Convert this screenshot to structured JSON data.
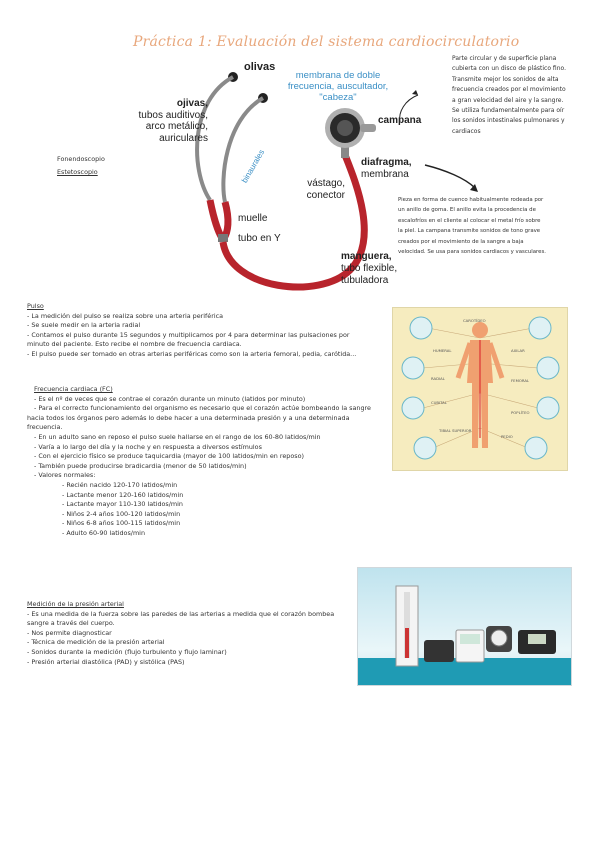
{
  "title": "Práctica 1: Evaluación del sistema cardiocirculatorio",
  "stethoscope": {
    "olivas": "olivas",
    "ojivas_lines": [
      "ojivas,",
      "tubos auditivos,",
      "arco metálico,",
      "auriculares"
    ],
    "membrana_lines": [
      "membrana de doble",
      "frecuencia, auscultador,",
      "\"cabeza\""
    ],
    "campana": "campana",
    "diafragma": "diafragma,",
    "membrana": "membrana",
    "binaurales": "binaurales",
    "vastago": "vástago,",
    "conector": "conector",
    "muelle": "muelle",
    "tubo_y": "tubo en Y",
    "manguera_lines": [
      "manguera,",
      "tubo flexible,",
      "tubuladora"
    ],
    "fonendoscopio": "Fonendoscopio",
    "estetoscopio": "Estetoscopio"
  },
  "note_campana": [
    "Parte circular y de superficie plana",
    "cubierta con un disco de plástico fino.",
    "Transmite mejor los sonidos de alta",
    "frecuencia creados por el movimiento",
    "a gran velocidad del aire y la sangre.",
    "Se utiliza fundamentalmente para oír",
    "los sonidos intestinales pulmonares y",
    "cardiacos"
  ],
  "note_diafragma": [
    "Pieza en forma de cuenco habitualmente rodeada por",
    "un anillo de goma. El anillo evita la procedencia de",
    "escalofríos en el cliente al colocar el metal frío sobre",
    "la piel. La campana transmite sonidos de tono grave",
    "creados por el movimiento de la sangre a baja",
    "velocidad. Se usa para sonidos cardiacos y vasculares."
  ],
  "pulse_figure": {
    "labels": [
      "CAROTÍDEO",
      "HUMERAL",
      "AXILAR",
      "RADIAL",
      "FEMORAL",
      "CUBITAL",
      "POPLÍTEO",
      "TIBIAL SUPERIOR",
      "PEDIO"
    ]
  },
  "pulso": {
    "heading": "Pulso",
    "lines": [
      "- La medición del pulso se realiza sobre una arteria periférica",
      "- Se suele medir en la arteria radial",
      "- Contamos el pulso durante 15 segundos y multiplicamos por 4 para determinar las pulsaciones por",
      "minuto del paciente. Esto recibe el nombre de frecuencia cardiaca.",
      "- El pulso puede ser tomado en otras arterias periféricas como son la arteria femoral, pedia, carótida..."
    ]
  },
  "fc": {
    "heading": "Frecuencia cardiaca (FC)",
    "lines": [
      "- Es el nº de veces que se contrae el corazón durante un minuto (latidos por minuto)",
      "- Para el correcto funcionamiento del organismo es necesario que el corazón actúe bombeando la sangre",
      "hacia todos los órganos pero además lo debe hacer a una determinada presión y a una determinada",
      "frecuencia.",
      "- En un adulto sano en reposo el pulso suele hallarse en el rango de los 60-80 latidos/min",
      "- Varía a lo largo del día y la noche y en respuesta a diversos estímulos",
      "- Con el ejercicio físico se produce taquicardia (mayor de 100 latidos/min en reposo)",
      "- También puede producirse bradicardia (menor de 50 latidos/min)",
      "- Valores normales:"
    ],
    "values": [
      "- Recién nacido 120-170 latidos/min",
      "- Lactante menor 120-160 latidos/min",
      "- Lactante mayor 110-130 latidos/min",
      "- Niños 2-4 años 100-120 latidos/min",
      "- Niños 6-8 años 100-115 latidos/min",
      "- Adulto 60-90 latidos/min"
    ]
  },
  "presion": {
    "heading": "Medición de la presión arterial",
    "lines": [
      "- Es una medida de la fuerza sobre las paredes de las arterias a medida que el corazón bombea",
      "sangre a través del cuerpo.",
      "- Nos permite diagnosticar",
      "- Técnica de medición de la presión arterial",
      "- Sonidos durante la medición (flujo turbulento y flujo laminar)",
      "- Presión arterial diastólica (PAD) y sistólica (PAS)"
    ]
  },
  "colors": {
    "title": "#e8a77c",
    "tube_red": "#b8242c",
    "accent_blue": "#3a8fc5",
    "pulse_bg": "#f6ecbf"
  }
}
